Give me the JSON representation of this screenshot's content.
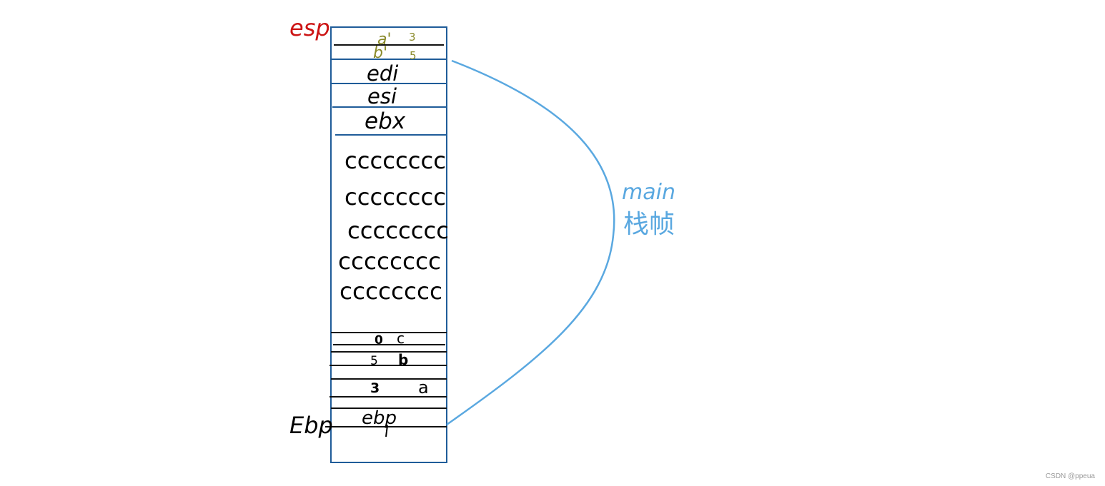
{
  "labels": {
    "esp": "esp",
    "ebp_pointer": "Ebp",
    "frame_name_line1": "main",
    "frame_name_line2": "栈帧"
  },
  "stack": {
    "top_slot_a": {
      "name": "a'",
      "value": "3"
    },
    "top_slot_b": {
      "name": "b'",
      "value": "5"
    },
    "saved_edi": "edi",
    "saved_esi": "esi",
    "saved_ebx": "ebx",
    "fill_rows": [
      "cccccccc",
      "cccccccc",
      "cccccccc",
      "cccccccc",
      "cccccccc"
    ],
    "locals": [
      {
        "value": "0",
        "name": "c"
      },
      {
        "value": "5",
        "name": "b"
      },
      {
        "value": "3",
        "name": "a"
      }
    ],
    "saved_ebp": "ebp"
  },
  "watermark": "CSDN @ppeua",
  "colors": {
    "box_stroke": "#1f5c99",
    "ink": "#000000",
    "esp_red": "#cc1414",
    "olive": "#8a8a2a",
    "brace_blue": "#5aa8e0"
  }
}
